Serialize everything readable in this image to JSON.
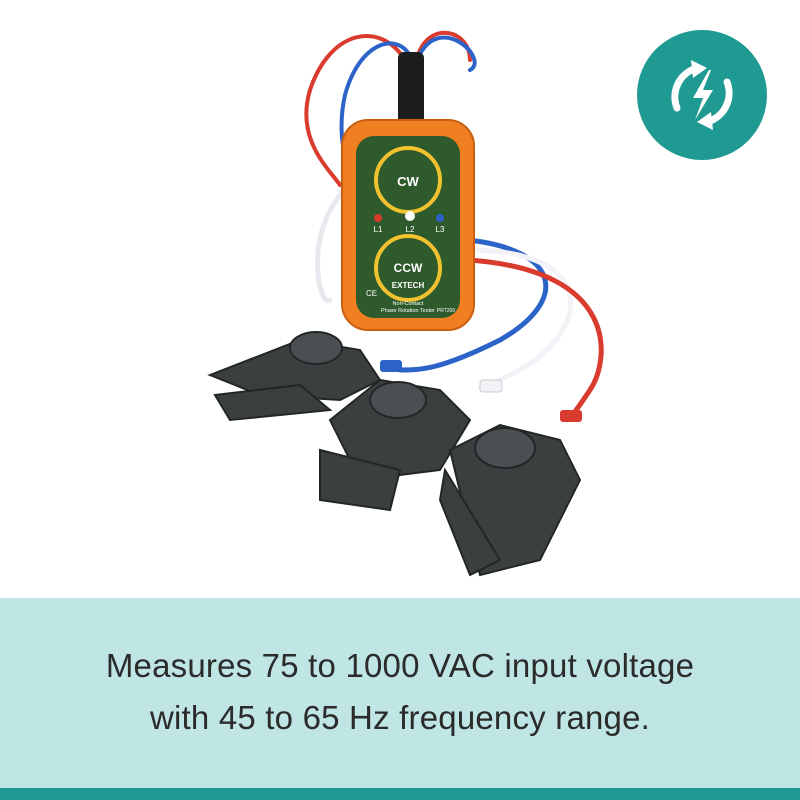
{
  "product": {
    "brand": "EXTECH",
    "model": "PRT200",
    "subtitle_line1": "Non-Contact",
    "subtitle_line2": "Phase Rotation Tester",
    "cw_label": "CW",
    "ccw_label": "CCW",
    "phase_labels": [
      "L1",
      "L2",
      "L3"
    ],
    "ce_mark": "CE"
  },
  "badge": {
    "icon": "phase-rotation-bolt-icon",
    "color": "#1f9a92"
  },
  "caption": {
    "line1": "Measures 75 to 1000 VAC input voltage",
    "line2": "with 45 to 65 Hz frequency range."
  },
  "colors": {
    "band": "#bfe6e5",
    "strip": "#1f9a92",
    "body_orange": "#f07f22",
    "face_green": "#2f5a2c"
  }
}
